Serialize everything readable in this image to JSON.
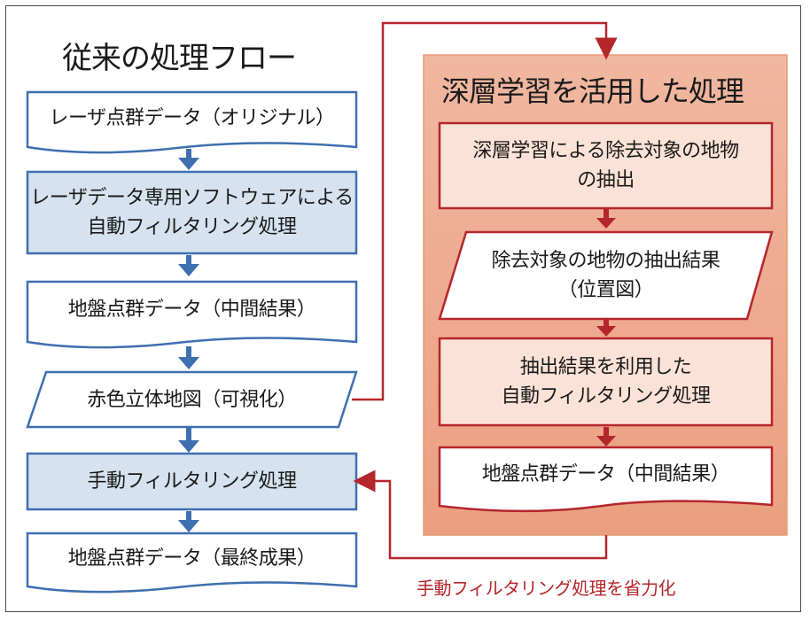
{
  "conventional": {
    "title": "従来の処理フロー",
    "steps": [
      {
        "label": "レーザ点群データ（オリジナル）"
      },
      {
        "label": "レーザデータ専用ソフトウェアによる\n自動フィルタリング処理"
      },
      {
        "label": "地盤点群データ（中間結果）"
      },
      {
        "label": "赤色立体地図（可視化）"
      },
      {
        "label": "手動フィルタリング処理"
      },
      {
        "label": "地盤点群データ（最終成果）"
      }
    ]
  },
  "deep_learning": {
    "title": "深層学習を活用した処理",
    "steps": [
      {
        "label": "深層学習による除去対象の地物\nの抽出"
      },
      {
        "label": "除去対象の地物の抽出結果\n（位置図）"
      },
      {
        "label": "抽出結果を利用した\n自動フィルタリング処理"
      },
      {
        "label": "地盤点群データ（中間結果）"
      }
    ]
  },
  "note": "手動フィルタリング処理を省力化",
  "colors": {
    "blue_border": "#3e6fb0",
    "blue_fill": "#d6e2ef",
    "blue_arrow": "#3e6fb0",
    "red_border": "#b4262c",
    "red_arrow": "#b4262c",
    "orange_panel": "#ecae95",
    "orange_panel_border": "#e69a77",
    "salmon_fill": "#fbe2d6"
  }
}
